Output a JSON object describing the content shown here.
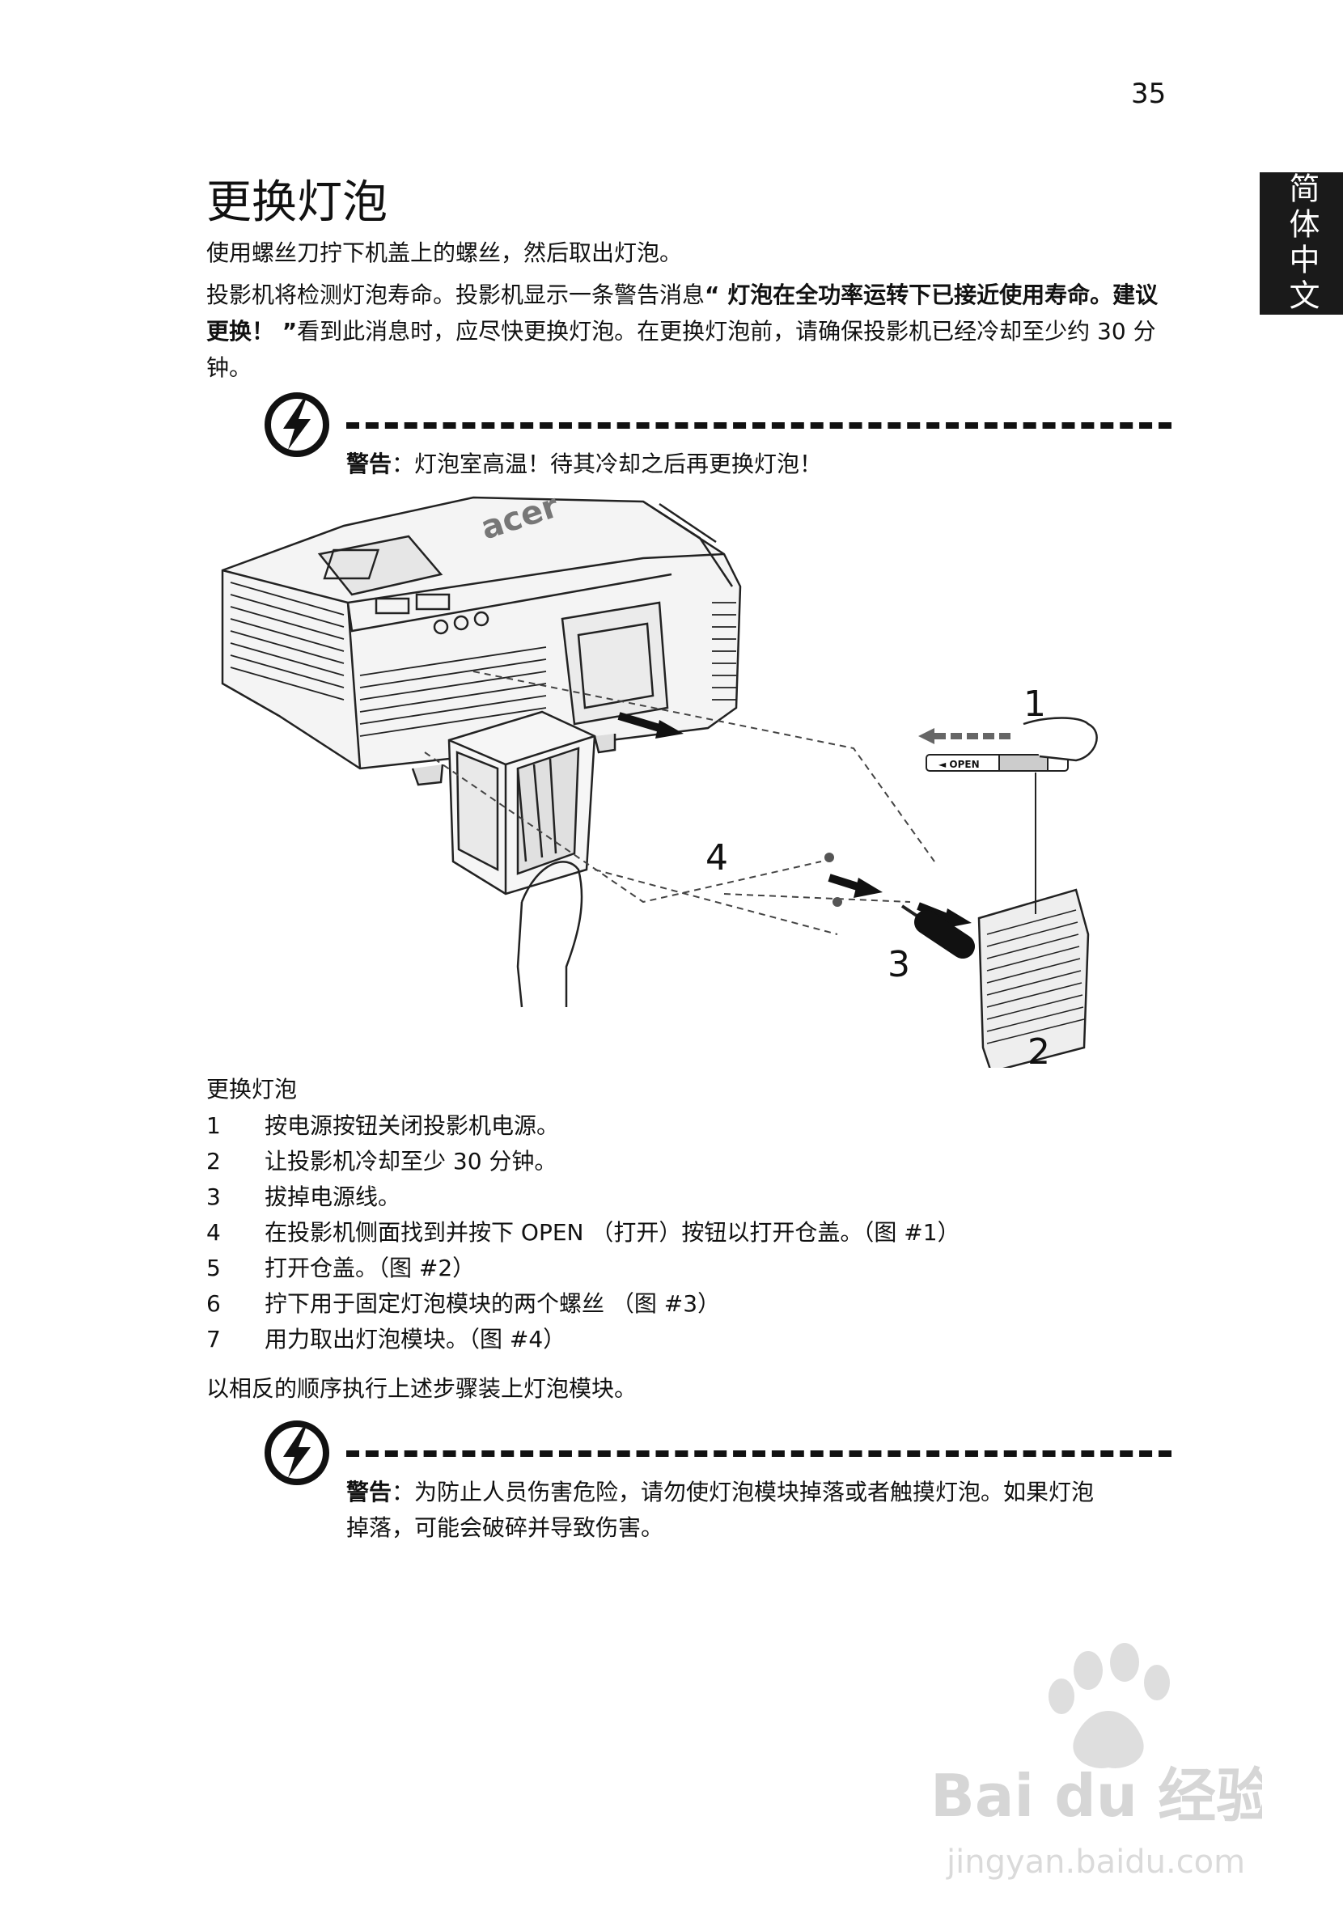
{
  "page_number": "35",
  "side_tab": "简体中文",
  "title": "更换灯泡",
  "intro1": "使用螺丝刀拧下机盖上的螺丝，然后取出灯泡。",
  "intro2": {
    "a": "投影机将检测灯泡寿命。投影机显示一条警告消息",
    "b": "“ 灯泡在全功率运转下已接近使用寿命。建议更换！ ”",
    "c": "看到此消息时，应尽快更换灯泡。在更换灯泡前，请确保投影机已经冷却至少约 30 分钟。"
  },
  "warning1": {
    "label": "警告",
    "text": "：灯泡室高温！待其冷却之后再更换灯泡！"
  },
  "figure": {
    "brand": "acer",
    "open_label": "◄ OPEN",
    "callouts": [
      "1",
      "2",
      "3",
      "4"
    ]
  },
  "steps_title": "更换灯泡",
  "steps": [
    {
      "n": "1",
      "text": "按电源按钮关闭投影机电源。"
    },
    {
      "n": "2",
      "text": "让投影机冷却至少 30 分钟。"
    },
    {
      "n": "3",
      "text": "拔掉电源线。"
    },
    {
      "n": "4",
      "text": "在投影机侧面找到并按下 OPEN （打开）按钮以打开仓盖。（图 #1）"
    },
    {
      "n": "5",
      "text": "打开仓盖。（图 #2）"
    },
    {
      "n": "6",
      "text": "拧下用于固定灯泡模块的两个螺丝 （图 #3）"
    },
    {
      "n": "7",
      "text": "用力取出灯泡模块。（图 #4）"
    }
  ],
  "closing": "以相反的顺序执行上述步骤装上灯泡模块。",
  "warning2": {
    "label": "警告",
    "text": "：为防止人员伤害危险，请勿使灯泡模块掉落或者触摸灯泡。如果灯泡掉落，可能会破碎并导致伤害。"
  },
  "watermark": {
    "brand": "Bai du 经验",
    "url": "jingyan.baidu.com"
  },
  "colors": {
    "text": "#111111",
    "tab_bg": "#1a1a1a",
    "watermark": "#d9d9d9"
  },
  "icons": [
    "warning-lightning-icon"
  ]
}
